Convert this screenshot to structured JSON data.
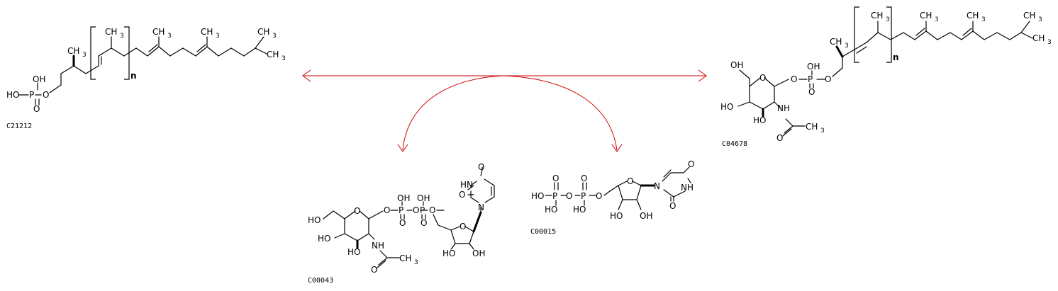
{
  "compounds": [
    {
      "id": "C21212"
    },
    {
      "id": "C04678"
    },
    {
      "id": "C00043"
    },
    {
      "id": "C00015"
    }
  ],
  "atoms": {
    "oh": "OH",
    "ho": "HO",
    "o": "O",
    "p": "P",
    "n": "N",
    "nh": "NH",
    "hn": "HN",
    "ch": "CH",
    "three": "3",
    "repeat": "n"
  },
  "colors": {
    "arrow": "#cc0000",
    "bond": "#000000"
  }
}
